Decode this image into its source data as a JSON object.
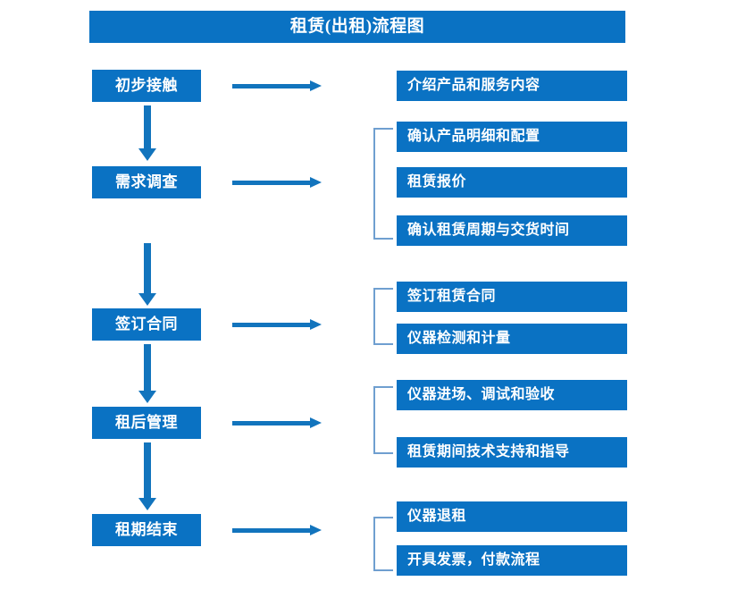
{
  "title": "租赁(出租)流程图",
  "colors": {
    "box_fill": "#0a72c3",
    "box_text": "#ffffff",
    "arrow": "#1274bd",
    "bracket": "#6f9fd0",
    "background": "#ffffff"
  },
  "stages": [
    {
      "label": "初步接触",
      "details": [
        "介绍产品和服务内容"
      ],
      "bracket": false
    },
    {
      "label": "需求调查",
      "details": [
        "确认产品明细和配置",
        "租赁报价",
        "确认租赁周期与交货时间"
      ],
      "bracket": true
    },
    {
      "label": "签订合同",
      "details": [
        "签订租赁合同",
        "仪器检测和计量"
      ],
      "bracket": true
    },
    {
      "label": "租后管理",
      "details": [
        "仪器进场、调试和验收",
        "租赁期间技术支持和指导"
      ],
      "bracket": true
    },
    {
      "label": "租期结束",
      "details": [
        "仪器退租",
        "开具发票，付款流程"
      ],
      "bracket": true
    }
  ],
  "detail_boxes": [
    "介绍产品和服务内容",
    "确认产品明细和配置",
    "租赁报价",
    "确认租赁周期与交货时间",
    "签订租赁合同",
    "仪器检测和计量",
    "仪器进场、调试和验收",
    "租赁期间技术支持和指导",
    "仪器退租",
    "开具发票，付款流程"
  ]
}
